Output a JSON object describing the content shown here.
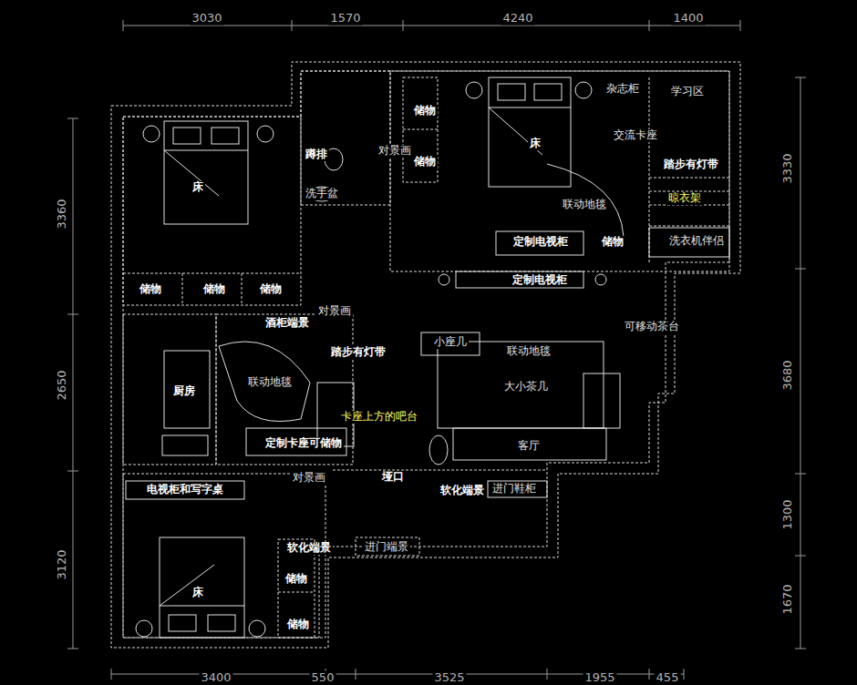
{
  "diagram": {
    "labels": [
      "3030",
      "1570",
      "4240",
      "1400",
      "3400",
      "550",
      "3525",
      "1955",
      "455",
      "3360",
      "2650",
      "3120",
      "3330",
      "3680",
      "1300",
      "1670",
      "储物",
      "储物",
      "对景画",
      "蹲排",
      "洗手盆",
      "床",
      "杂志柜",
      "学习区",
      "交流卡座",
      "踏步有灯带",
      "晾衣架",
      "联动地毯",
      "定制电视柜",
      "储物",
      "洗衣机伴侣",
      "定制电视柜",
      "床",
      "储物",
      "储物",
      "储物",
      "对景画",
      "酒柜端景",
      "踏步有灯带",
      "可移动茶台",
      "小座几",
      "联动地毯",
      "大小茶几",
      "厨房",
      "联动地毯",
      "卡座上方的吧台",
      "定制卡座可储物",
      "客厅",
      "对景画",
      "垭口",
      "软化端景",
      "进门鞋柜",
      "电视柜和写字桌",
      "软化端景",
      "进门端景",
      "储物",
      "床",
      "储物"
    ]
  }
}
